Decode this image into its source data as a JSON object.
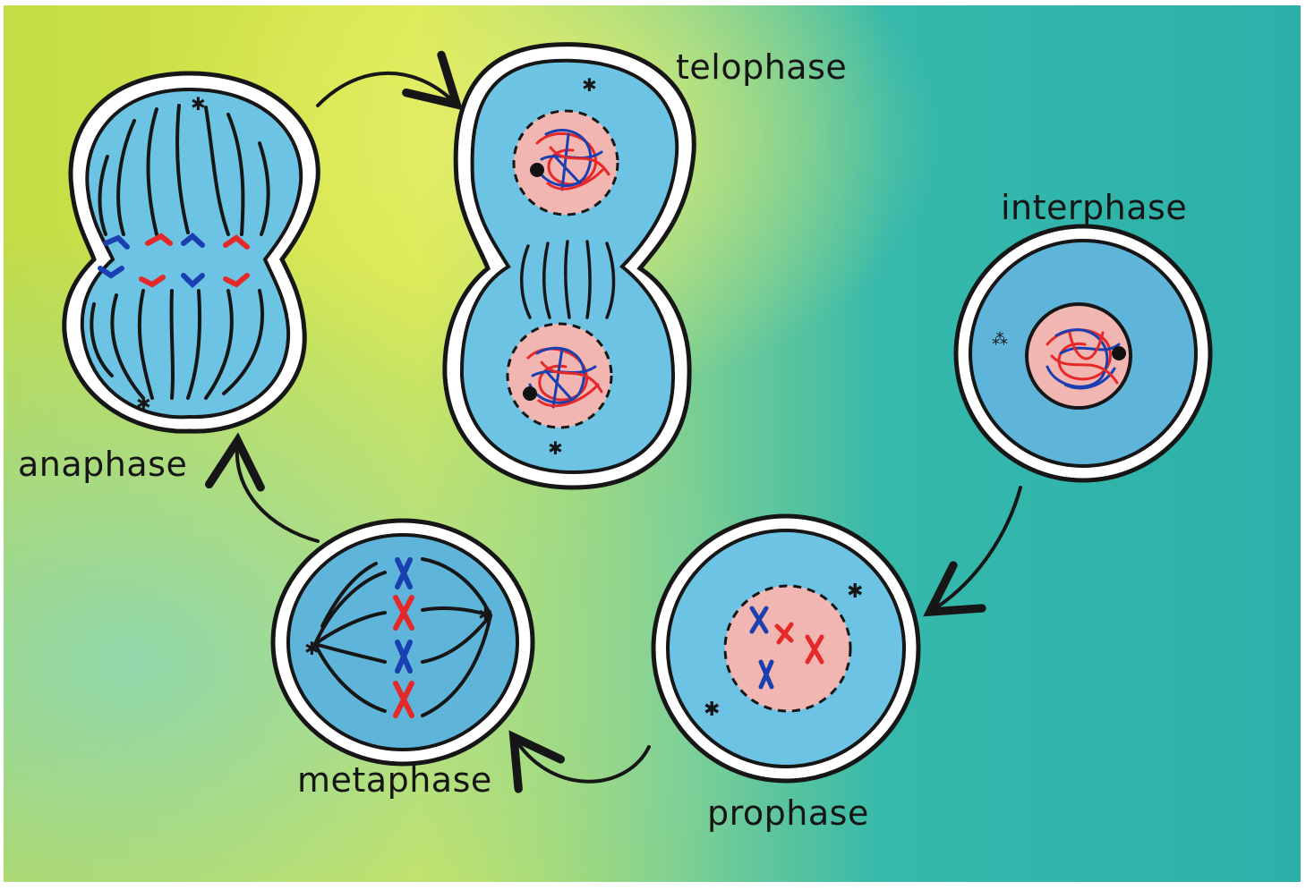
{
  "diagram": {
    "stages": [
      {
        "id": "interphase",
        "label": "interphase"
      },
      {
        "id": "prophase",
        "label": "prophase"
      },
      {
        "id": "metaphase",
        "label": "metaphase"
      },
      {
        "id": "anaphase",
        "label": "anaphase"
      },
      {
        "id": "telophase",
        "label": "telophase"
      }
    ],
    "cycle_order": [
      "interphase",
      "prophase",
      "metaphase",
      "anaphase",
      "telophase"
    ],
    "colors": {
      "background_teal": "#2bb5ad",
      "background_yellow": "#d6e64a",
      "cell_membrane": "#ffffff",
      "cytoplasm": "#6cc3e4",
      "nucleus": "#f2b6b2",
      "chromosome_red": "#e62828",
      "chromosome_blue": "#1a3fb0",
      "ink": "#161616"
    }
  }
}
